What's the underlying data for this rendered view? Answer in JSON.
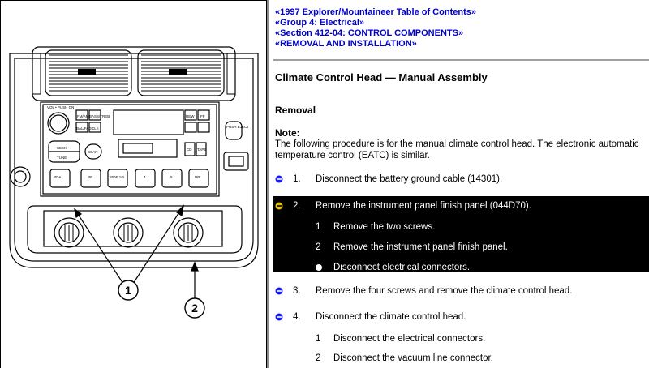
{
  "breadcrumbs": [
    "«1997 Explorer/Mountaineer Table of Contents»",
    "«Group 4: Electrical»",
    "«Section 412-04: CONTROL COMPONENTS»",
    "«REMOVAL AND INSTALLATION»"
  ],
  "page_title": "Climate Control Head — Manual Assembly",
  "removal_heading": "Removal",
  "note_heading": "Note:",
  "note_text": "The following procedure is for the manual climate control head. The electronic automatic temperature control (EATC) is similar.",
  "steps": [
    {
      "num": "1.",
      "text": "Disconnect the battery ground cable (14301)."
    },
    {
      "num": "2.",
      "text": "Remove the instrument panel finish panel (044D70).",
      "subs": [
        {
          "num": "1",
          "text": "Remove the two screws."
        },
        {
          "num": "2",
          "text": "Remove the instrument panel finish panel."
        },
        {
          "num": "",
          "text": "Disconnect electrical connectors."
        }
      ]
    },
    {
      "num": "3.",
      "text": "Remove the four screws and remove the climate control head."
    },
    {
      "num": "4.",
      "text": "Disconnect the climate control head.",
      "subs": [
        {
          "num": "1",
          "text": "Disconnect the electrical connectors."
        },
        {
          "num": "2",
          "text": "Disconnect the vacuum line connector."
        }
      ]
    }
  ],
  "illustration": {
    "callouts": [
      "1",
      "2"
    ],
    "radio_labels": {
      "vol_push_on": "VOL • PUSH ON",
      "seek": "SEEK",
      "tune": "TUNE",
      "scan": "SCAN",
      "fm_am": "FM/AM",
      "bass_treb": "BASS/TREB",
      "bal_fade": "BAL/FADE",
      "clk": "CLK",
      "push_eject": "PUSH EJECT",
      "rew": "REW",
      "ff": "FF",
      "cd": "CD",
      "tape": "TAPE",
      "presets": [
        "RDA",
        "RE",
        "SIDE 1/2",
        "4",
        "5",
        "DB"
      ]
    }
  },
  "colors": {
    "link": "#0000cc",
    "highlight_bg": "#000000",
    "bullet": "#1a1aff",
    "bullet_active": "#e0c000"
  }
}
